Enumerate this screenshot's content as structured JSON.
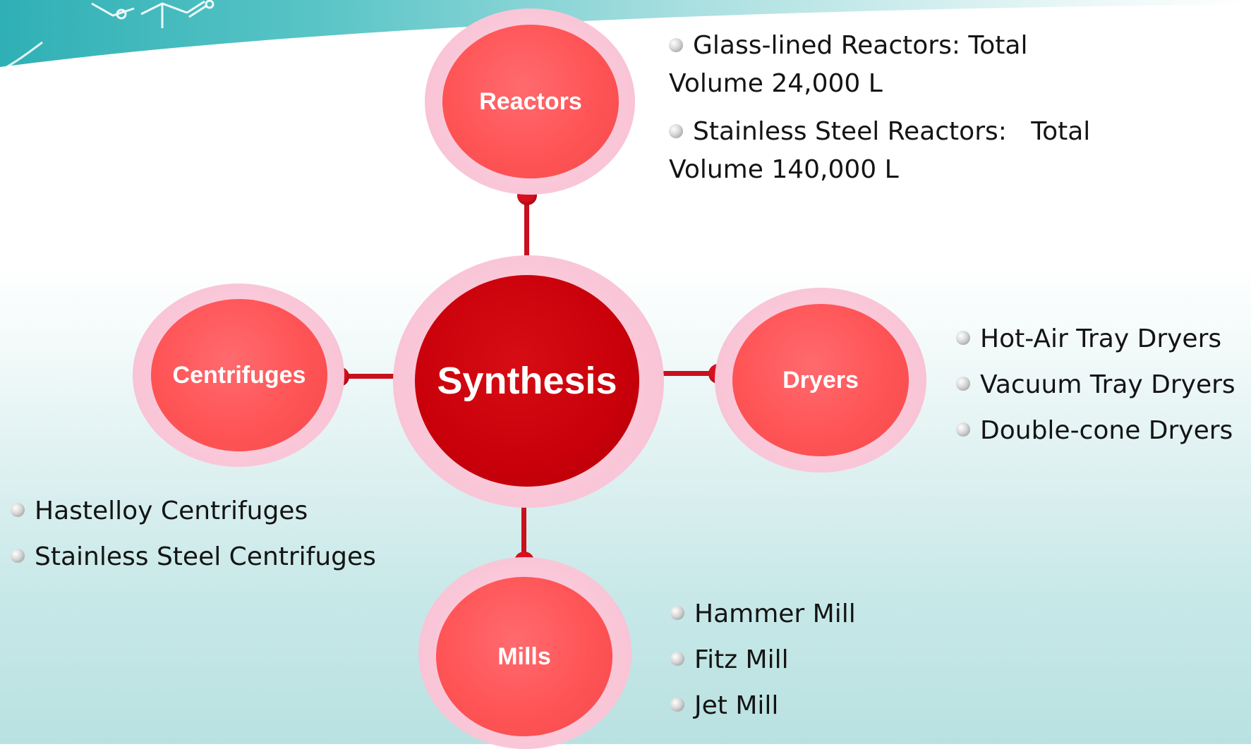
{
  "colors": {
    "center_fill": "#c9000a",
    "node_fill": "#ff5456",
    "ring_fill": "#f9c5d7",
    "connector": "#c8101e",
    "header_teal": "#3cb8bc",
    "text": "#141414"
  },
  "diagram": {
    "center": {
      "label": "Synthesis"
    },
    "nodes": {
      "reactors": {
        "label": "Reactors"
      },
      "centrifuges": {
        "label": "Centrifuges"
      },
      "dryers": {
        "label": "Dryers"
      },
      "mills": {
        "label": "Mills"
      }
    }
  },
  "lists": {
    "reactors": [
      "Glass-lined Reactors: Total Volume 24,000 L",
      "Stainless Steel Reactors:   Total Volume 140,000 L"
    ],
    "dryers": [
      "Hot-Air Tray Dryers",
      "Vacuum Tray Dryers",
      "Double-cone Dryers"
    ],
    "centrifuges": [
      "Hastelloy Centrifuges",
      "Stainless Steel Centrifuges"
    ],
    "mills": [
      "Hammer Mill",
      "Fitz Mill",
      "Jet Mill"
    ]
  },
  "icons": {
    "bullet": "gray-sphere-bullet-icon",
    "header": "molecule-structure-icon"
  }
}
